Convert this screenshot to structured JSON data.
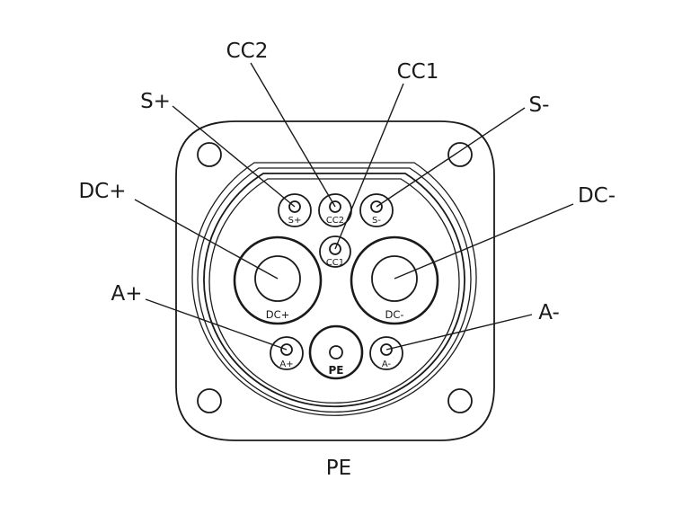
{
  "callouts": {
    "cc2": "CC2",
    "cc1": "CC1",
    "s_plus": "S+",
    "s_minus": "S-",
    "dc_plus": "DC+",
    "dc_minus": "DC-",
    "a_plus": "A+",
    "a_minus": "A-",
    "pe": "PE"
  },
  "pins": {
    "s_plus": "S+",
    "cc2": "CC2",
    "s_minus": "S-",
    "cc1": "CC1",
    "dc_plus": "DC+",
    "dc_minus": "DC-",
    "a_plus": "A+",
    "pe": "PE",
    "a_minus": "A-"
  }
}
